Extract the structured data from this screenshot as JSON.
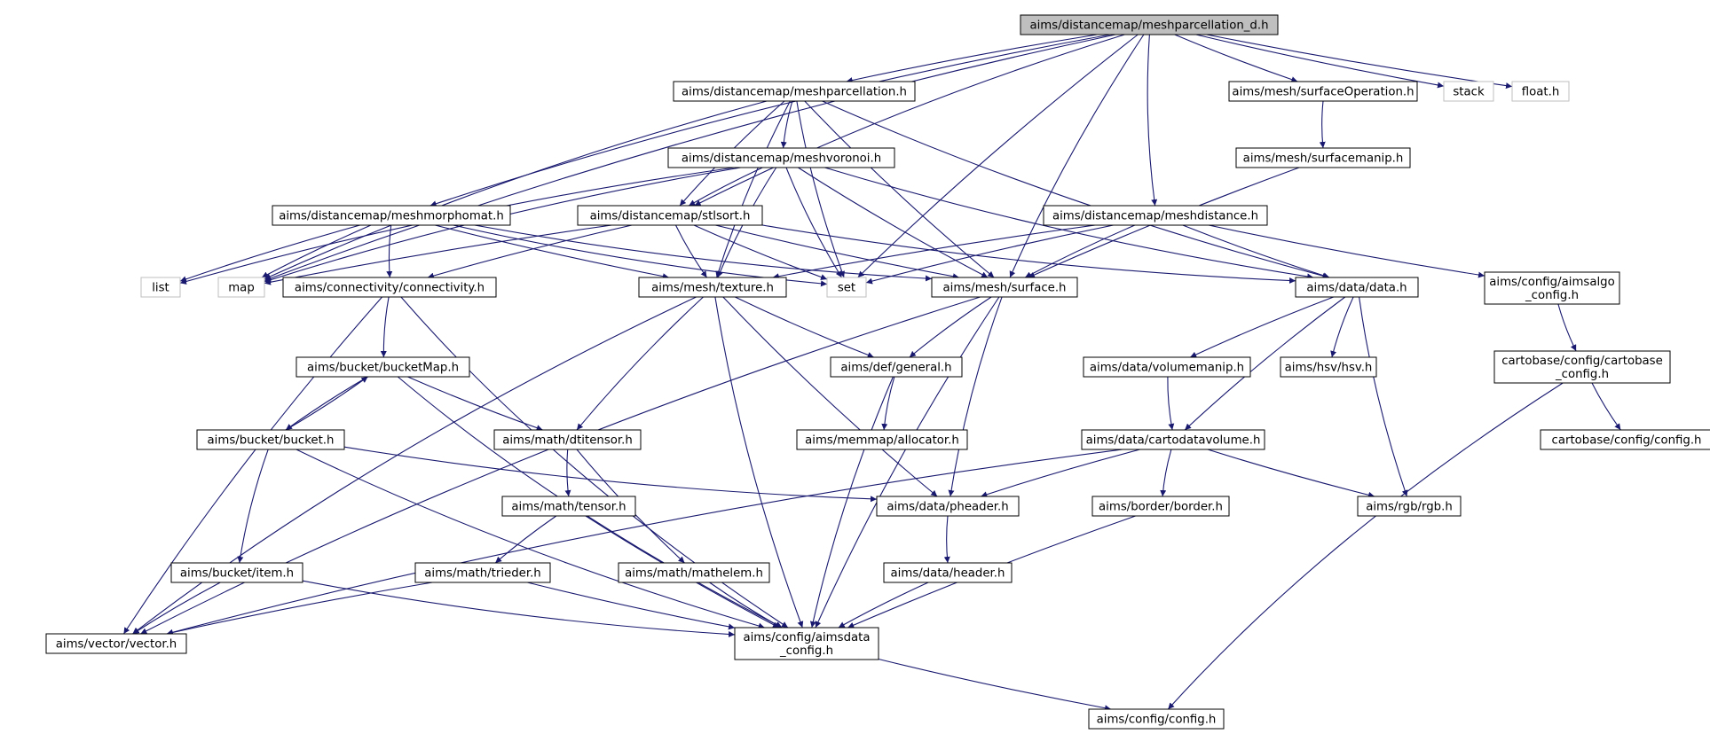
{
  "colors": {
    "edge": "#191970",
    "node_border": "#000000",
    "external_border": "#bfbfbf",
    "root_fill": "#bfbfbf",
    "node_fill": "#ffffff"
  },
  "nodes": [
    {
      "id": "root",
      "lines": [
        "aims/distancemap/meshparcellation_d.h"
      ],
      "kind": "root"
    },
    {
      "id": "meshparcellation",
      "lines": [
        "aims/distancemap/meshparcellation.h"
      ],
      "kind": "file"
    },
    {
      "id": "surfaceOperation",
      "lines": [
        "aims/mesh/surfaceOperation.h"
      ],
      "kind": "file"
    },
    {
      "id": "stack",
      "lines": [
        "stack"
      ],
      "kind": "external"
    },
    {
      "id": "float",
      "lines": [
        "float.h"
      ],
      "kind": "external"
    },
    {
      "id": "meshvoronoi",
      "lines": [
        "aims/distancemap/meshvoronoi.h"
      ],
      "kind": "file"
    },
    {
      "id": "surfacemanip",
      "lines": [
        "aims/mesh/surfacemanip.h"
      ],
      "kind": "file"
    },
    {
      "id": "meshmorphomat",
      "lines": [
        "aims/distancemap/meshmorphomat.h"
      ],
      "kind": "file"
    },
    {
      "id": "stlsort",
      "lines": [
        "aims/distancemap/stlsort.h"
      ],
      "kind": "file"
    },
    {
      "id": "meshdistance",
      "lines": [
        "aims/distancemap/meshdistance.h"
      ],
      "kind": "file"
    },
    {
      "id": "list",
      "lines": [
        "list"
      ],
      "kind": "external"
    },
    {
      "id": "map",
      "lines": [
        "map"
      ],
      "kind": "external"
    },
    {
      "id": "connectivity",
      "lines": [
        "aims/connectivity/connectivity.h"
      ],
      "kind": "file"
    },
    {
      "id": "texture",
      "lines": [
        "aims/mesh/texture.h"
      ],
      "kind": "file"
    },
    {
      "id": "set",
      "lines": [
        "set"
      ],
      "kind": "external"
    },
    {
      "id": "surface",
      "lines": [
        "aims/mesh/surface.h"
      ],
      "kind": "file"
    },
    {
      "id": "data",
      "lines": [
        "aims/data/data.h"
      ],
      "kind": "file"
    },
    {
      "id": "aimsalgo",
      "lines": [
        "aims/config/aimsalgo",
        "_config.h"
      ],
      "kind": "file"
    },
    {
      "id": "bucketMap",
      "lines": [
        "aims/bucket/bucketMap.h"
      ],
      "kind": "file"
    },
    {
      "id": "general",
      "lines": [
        "aims/def/general.h"
      ],
      "kind": "file"
    },
    {
      "id": "volumemanip",
      "lines": [
        "aims/data/volumemanip.h"
      ],
      "kind": "file"
    },
    {
      "id": "hsv",
      "lines": [
        "aims/hsv/hsv.h"
      ],
      "kind": "file"
    },
    {
      "id": "cartobase_config",
      "lines": [
        "cartobase/config/cartobase",
        "_config.h"
      ],
      "kind": "file"
    },
    {
      "id": "bucket",
      "lines": [
        "aims/bucket/bucket.h"
      ],
      "kind": "file"
    },
    {
      "id": "dtitensor",
      "lines": [
        "aims/math/dtitensor.h"
      ],
      "kind": "file"
    },
    {
      "id": "allocator",
      "lines": [
        "aims/memmap/allocator.h"
      ],
      "kind": "file"
    },
    {
      "id": "cartodatavolume",
      "lines": [
        "aims/data/cartodatavolume.h"
      ],
      "kind": "file"
    },
    {
      "id": "cb_config",
      "lines": [
        "cartobase/config/config.h"
      ],
      "kind": "file"
    },
    {
      "id": "tensor",
      "lines": [
        "aims/math/tensor.h"
      ],
      "kind": "file"
    },
    {
      "id": "pheader",
      "lines": [
        "aims/data/pheader.h"
      ],
      "kind": "file"
    },
    {
      "id": "border",
      "lines": [
        "aims/border/border.h"
      ],
      "kind": "file"
    },
    {
      "id": "rgb",
      "lines": [
        "aims/rgb/rgb.h"
      ],
      "kind": "file"
    },
    {
      "id": "item",
      "lines": [
        "aims/bucket/item.h"
      ],
      "kind": "file"
    },
    {
      "id": "trieder",
      "lines": [
        "aims/math/trieder.h"
      ],
      "kind": "file"
    },
    {
      "id": "mathelem",
      "lines": [
        "aims/math/mathelem.h"
      ],
      "kind": "file"
    },
    {
      "id": "header",
      "lines": [
        "aims/data/header.h"
      ],
      "kind": "file"
    },
    {
      "id": "vector",
      "lines": [
        "aims/vector/vector.h"
      ],
      "kind": "file"
    },
    {
      "id": "aimsdata",
      "lines": [
        "aims/config/aimsdata",
        "_config.h"
      ],
      "kind": "file"
    },
    {
      "id": "config",
      "lines": [
        "aims/config/config.h"
      ],
      "kind": "file"
    }
  ],
  "edges": [
    [
      "root",
      "meshparcellation"
    ],
    [
      "root",
      "surfaceOperation"
    ],
    [
      "root",
      "stack"
    ],
    [
      "root",
      "float"
    ],
    [
      "root",
      "stlsort"
    ],
    [
      "root",
      "meshmorphomat"
    ],
    [
      "root",
      "meshdistance"
    ],
    [
      "root",
      "set"
    ],
    [
      "root",
      "surface"
    ],
    [
      "root",
      "map"
    ],
    [
      "meshparcellation",
      "meshvoronoi"
    ],
    [
      "meshparcellation",
      "stlsort"
    ],
    [
      "meshparcellation",
      "texture"
    ],
    [
      "meshparcellation",
      "set"
    ],
    [
      "meshparcellation",
      "surface"
    ],
    [
      "meshparcellation",
      "data"
    ],
    [
      "meshparcellation",
      "map"
    ],
    [
      "surfaceOperation",
      "surfacemanip"
    ],
    [
      "surfacemanip",
      "surface"
    ],
    [
      "meshvoronoi",
      "stlsort"
    ],
    [
      "meshvoronoi",
      "texture"
    ],
    [
      "meshvoronoi",
      "set"
    ],
    [
      "meshvoronoi",
      "surface"
    ],
    [
      "meshvoronoi",
      "list"
    ],
    [
      "meshvoronoi",
      "map"
    ],
    [
      "meshvoronoi",
      "data"
    ],
    [
      "meshmorphomat",
      "list"
    ],
    [
      "meshmorphomat",
      "map"
    ],
    [
      "meshmorphomat",
      "connectivity"
    ],
    [
      "meshmorphomat",
      "texture"
    ],
    [
      "meshmorphomat",
      "set"
    ],
    [
      "meshmorphomat",
      "surface"
    ],
    [
      "stlsort",
      "map"
    ],
    [
      "stlsort",
      "connectivity"
    ],
    [
      "stlsort",
      "texture"
    ],
    [
      "stlsort",
      "set"
    ],
    [
      "stlsort",
      "surface"
    ],
    [
      "stlsort",
      "data"
    ],
    [
      "meshdistance",
      "texture"
    ],
    [
      "meshdistance",
      "set"
    ],
    [
      "meshdistance",
      "surface"
    ],
    [
      "meshdistance",
      "data"
    ],
    [
      "meshdistance",
      "aimsalgo"
    ],
    [
      "connectivity",
      "bucketMap"
    ],
    [
      "connectivity",
      "vector"
    ],
    [
      "connectivity",
      "aimsdata"
    ],
    [
      "texture",
      "vector"
    ],
    [
      "texture",
      "general"
    ],
    [
      "texture",
      "dtitensor"
    ],
    [
      "texture",
      "pheader"
    ],
    [
      "texture",
      "aimsdata"
    ],
    [
      "surface",
      "vector"
    ],
    [
      "surface",
      "general"
    ],
    [
      "surface",
      "pheader"
    ],
    [
      "surface",
      "aimsdata"
    ],
    [
      "data",
      "volumemanip"
    ],
    [
      "data",
      "hsv"
    ],
    [
      "data",
      "cartodatavolume"
    ],
    [
      "data",
      "rgb"
    ],
    [
      "aimsalgo",
      "cartobase_config"
    ],
    [
      "cartobase_config",
      "cb_config"
    ],
    [
      "cartobase_config",
      "config"
    ],
    [
      "bucketMap",
      "bucket"
    ],
    [
      "bucketMap",
      "dtitensor"
    ],
    [
      "bucketMap",
      "aimsdata"
    ],
    [
      "bucket",
      "bucketMap"
    ],
    [
      "bucket",
      "item"
    ],
    [
      "bucket",
      "pheader"
    ],
    [
      "bucket",
      "aimsdata"
    ],
    [
      "general",
      "allocator"
    ],
    [
      "general",
      "aimsdata"
    ],
    [
      "volumemanip",
      "cartodatavolume"
    ],
    [
      "dtitensor",
      "tensor"
    ],
    [
      "dtitensor",
      "mathelem"
    ],
    [
      "cartodatavolume",
      "vector"
    ],
    [
      "cartodatavolume",
      "pheader"
    ],
    [
      "cartodatavolume",
      "border"
    ],
    [
      "cartodatavolume",
      "rgb"
    ],
    [
      "tensor",
      "trieder"
    ],
    [
      "tensor",
      "aimsdata"
    ],
    [
      "pheader",
      "header"
    ],
    [
      "border",
      "aimsdata"
    ],
    [
      "item",
      "vector"
    ],
    [
      "item",
      "aimsdata"
    ],
    [
      "trieder",
      "vector"
    ],
    [
      "trieder",
      "aimsdata"
    ],
    [
      "mathelem",
      "aimsdata"
    ],
    [
      "header",
      "aimsdata"
    ],
    [
      "aimsdata",
      "config"
    ]
  ]
}
